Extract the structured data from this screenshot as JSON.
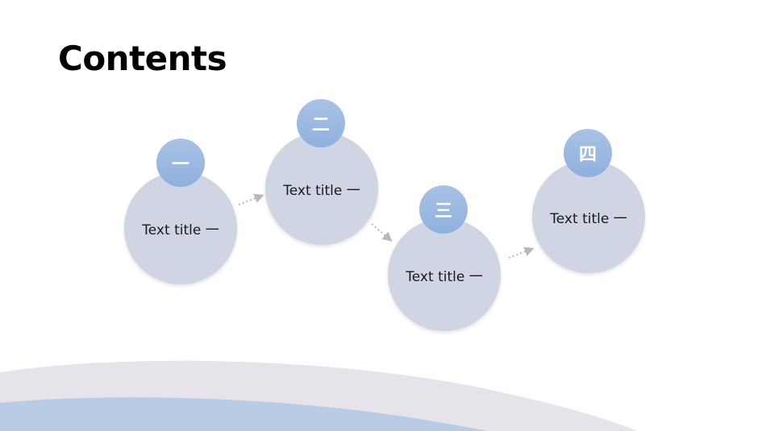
{
  "slide": {
    "title": "Contents",
    "items": [
      {
        "numeral": "一",
        "label": "Text title 一"
      },
      {
        "numeral": "二",
        "label": "Text title 一"
      },
      {
        "numeral": "三",
        "label": "Text title 一"
      },
      {
        "numeral": "四",
        "label": "Text title 一"
      }
    ]
  },
  "colors": {
    "circle_fill": "#cfd5e2",
    "badge_fill": "#9fbbe3",
    "wave_back": "#e6e4ea",
    "wave_front": "#b9cce6",
    "arrow": "#b8b8b8"
  }
}
